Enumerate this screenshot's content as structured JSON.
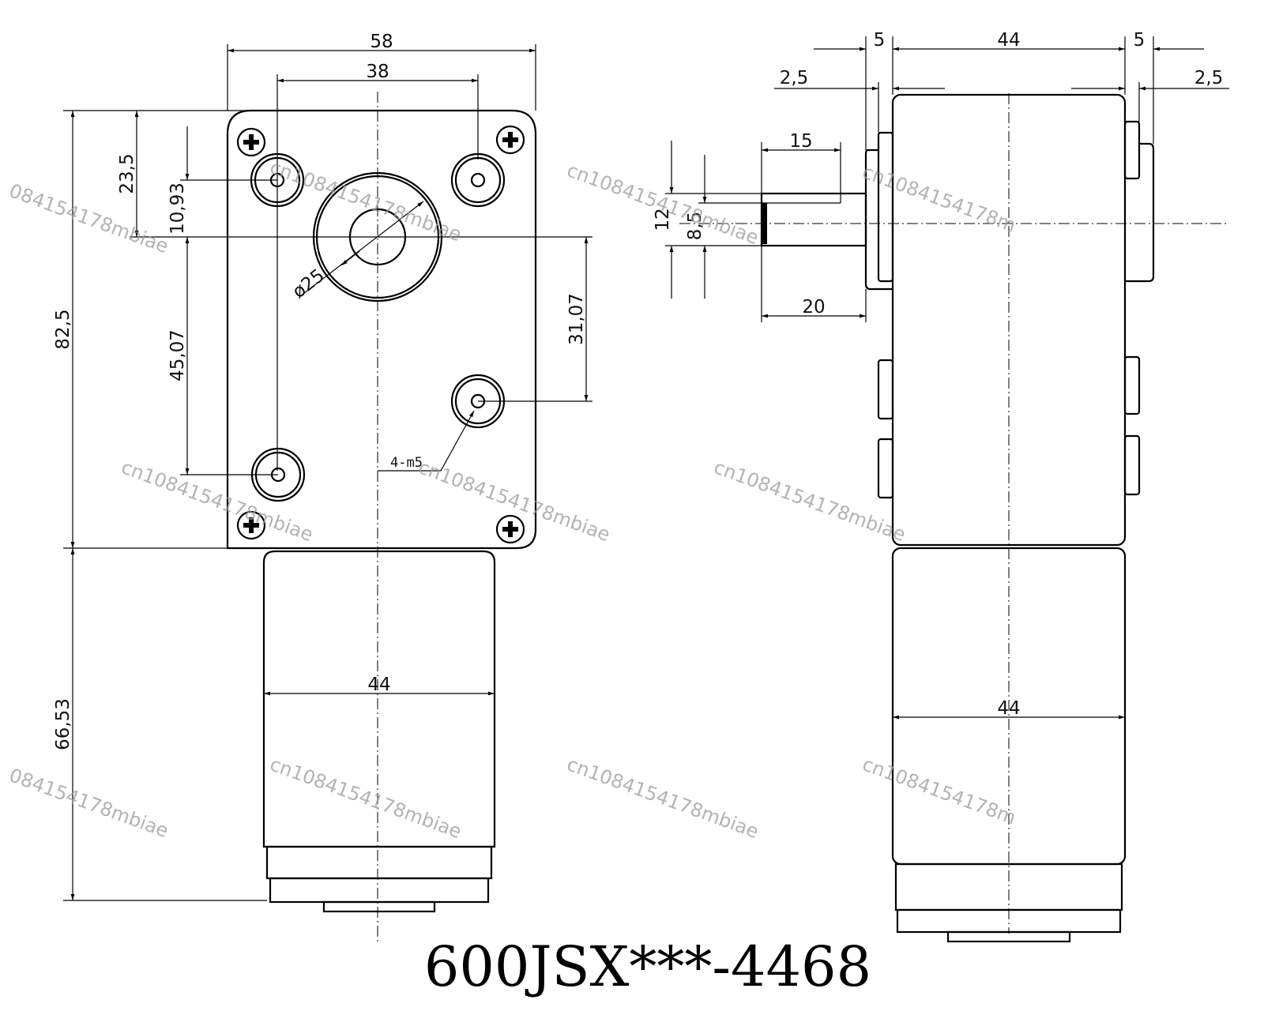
{
  "title": "600JSX***-4468",
  "watermark": "cn1084154178mbiae",
  "watermark_fragments": {
    "left_clipped": "084154178mbiae",
    "right_clipped": "cn1084154178m"
  },
  "front_view": {
    "overall_width": "58",
    "hole_spacing_horizontal": "38",
    "top_to_shaft_center": "23,5",
    "top_hole_to_shaft_center": "10,93",
    "total_gearbox_height": "82,5",
    "shaft_to_lower_hole": "45,07",
    "shaft_to_right_lower_hole": "31,07",
    "boss_diameter": "ø25",
    "hole_callout": "4-m5",
    "motor_width": "44",
    "motor_length": "66,53"
  },
  "side_view": {
    "flange_left": "5",
    "gearbox_width": "44",
    "flange_right": "5",
    "step_left": "2,5",
    "step_right": "2,5",
    "shaft_flat_length": "15",
    "shaft_length": "20",
    "shaft_overall": "12",
    "shaft_flat": "8,5",
    "motor_width": "44"
  },
  "colors": {
    "line": "#000000",
    "background": "#ffffff",
    "watermark": "#9a9a9a"
  }
}
